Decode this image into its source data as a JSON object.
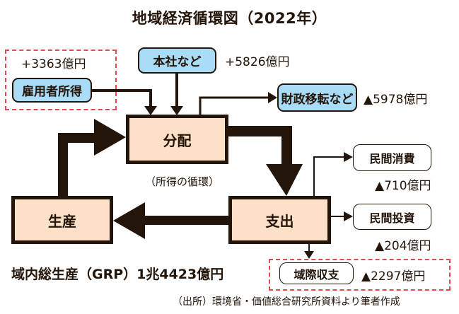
{
  "title": "地域経済循環図（2022年）",
  "nodes": {
    "employee_income": "雇用者所得",
    "headquarters": "本社など",
    "fiscal_transfer": "財政移転など",
    "distribution": "分配",
    "expenditure": "支出",
    "production": "生産",
    "private_consumption": "民間消費",
    "private_investment": "民間投資",
    "regional_balance": "域際収支"
  },
  "values": {
    "employee_income": "+3363億円",
    "headquarters": "+5826億円",
    "fiscal_transfer": "▲5978億円",
    "private_consumption": "▲710億円",
    "private_investment": "▲204億円",
    "regional_balance": "▲2297億円"
  },
  "cycle_label": "（所得の循環）",
  "grp": "域内総生産（GRP）1兆4423億円",
  "source": "（出所）環境省・価値総合研究所資料より筆者作成",
  "colors": {
    "line": "#231509",
    "main_box": "#fde0c8",
    "blue_box": "#a9dcf7",
    "dashed_highlight": "#e5484d"
  }
}
